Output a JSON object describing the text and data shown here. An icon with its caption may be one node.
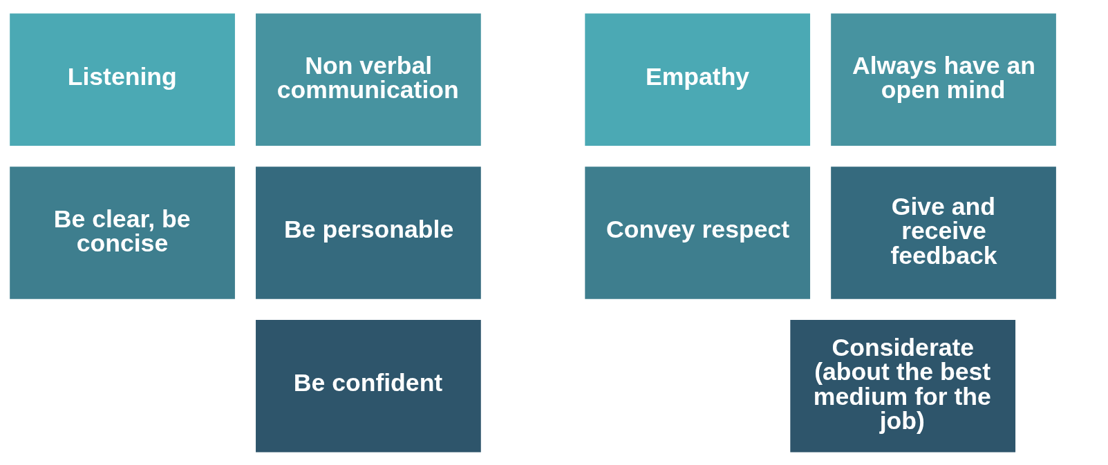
{
  "diagram": {
    "nodes": [
      {
        "text": [
          "Listening"
        ]
      },
      {
        "text": [
          "Non verbal communication"
        ]
      },
      {
        "text": [
          "Empathy"
        ]
      },
      {
        "text": [
          "Always have an open mind"
        ]
      },
      {
        "text": [
          "Be clear, be concise"
        ]
      },
      {
        "text": [
          "Be personable"
        ]
      },
      {
        "text": [
          "Convey respect"
        ]
      },
      {
        "text": [
          "Give and receive feedback"
        ]
      },
      {
        "text": [
          "Be confident"
        ]
      },
      {
        "text": [
          "Considerate (about the best medium for the job)"
        ]
      }
    ]
  }
}
